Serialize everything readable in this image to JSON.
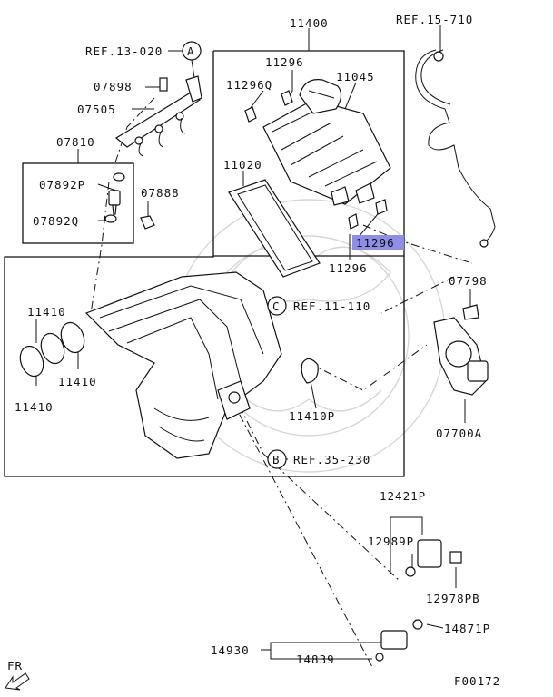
{
  "diagram_code": "F00172",
  "direction_label": "FR",
  "highlighted_part": "11296",
  "labels": {
    "p11400": "11400",
    "ref15_710": "REF.15-710",
    "ref13_020": "REF.13-020",
    "callout_a": "A",
    "p11296_top": "11296",
    "p11045": "11045",
    "p07898": "07898",
    "p11296q": "11296Q",
    "p07505": "07505",
    "p07810": "07810",
    "p11020": "11020",
    "p07892p": "07892P",
    "p07888": "07888",
    "p07892q": "07892Q",
    "p11296_hl": "11296",
    "p11296_bottom": "11296",
    "p07798": "07798",
    "callout_c": "C",
    "ref11_110": "REF.11-110",
    "p11410_a": "11410",
    "p11410_b": "11410",
    "p11410_c": "11410",
    "p11410p": "11410P",
    "p07700a": "07700A",
    "callout_b": "B",
    "ref35_230": "REF.35-230",
    "p12421p": "12421P",
    "p12989p": "12989P",
    "p12978pb": "12978PB",
    "p14871p": "14871P",
    "p14930": "14930",
    "p14839": "14839"
  }
}
